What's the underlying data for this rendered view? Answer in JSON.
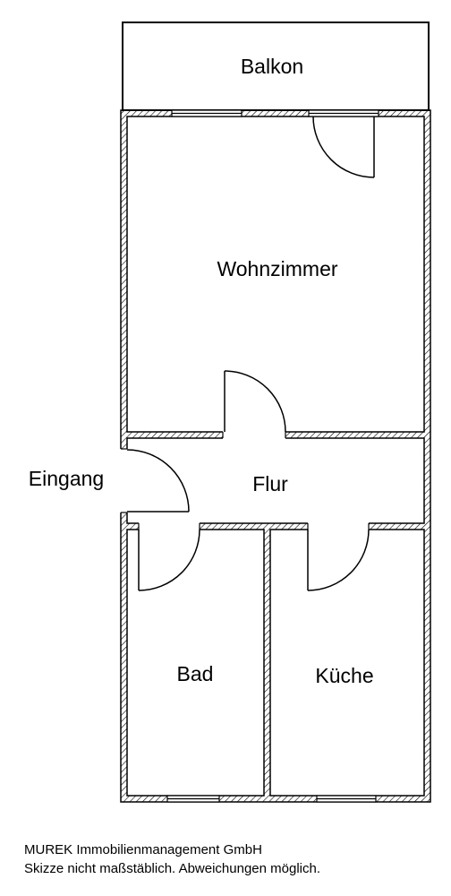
{
  "rooms": {
    "balkon": "Balkon",
    "wohnzimmer": "Wohnzimmer",
    "flur": "Flur",
    "bad": "Bad",
    "kueche": "Küche"
  },
  "entrance_label": "Eingang",
  "footer": {
    "company": "MUREK Immobilienmanagement GmbH",
    "disclaimer": "Skizze nicht maßstäblich. Abweichungen möglich."
  }
}
